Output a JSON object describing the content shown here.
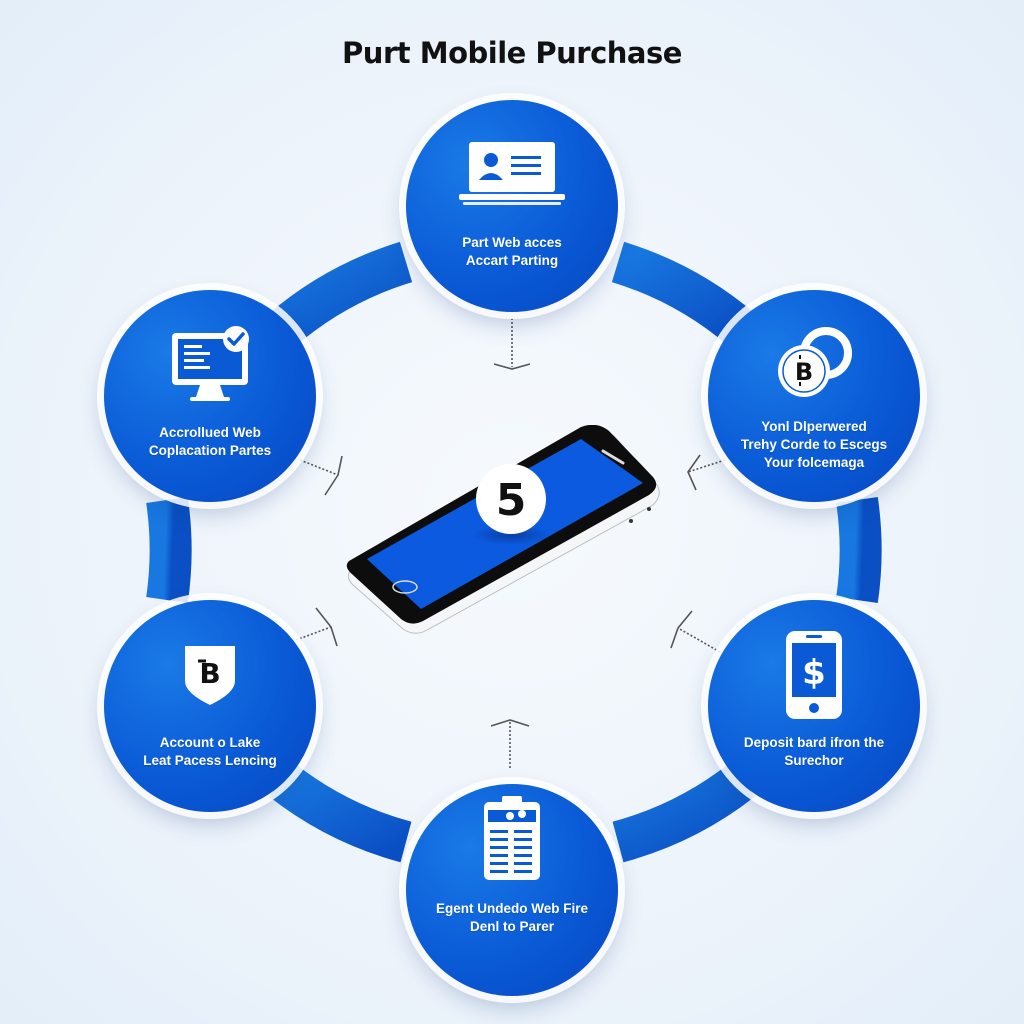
{
  "title": "Purt Mobile Purchase",
  "colors": {
    "node_blue": "#0a5ad6",
    "ring_blue": "#1466d8",
    "background": "#eef4fb",
    "title_text": "#111111",
    "arrow_gray": "#555555"
  },
  "center": {
    "device": "smartphone",
    "badge_label": "5",
    "screen_color": "#0b5ae0"
  },
  "nodes": [
    {
      "id": "top",
      "icon": "laptop-profile-icon",
      "lines": [
        "Part Web acces",
        "Accart Parting"
      ]
    },
    {
      "id": "upper-right",
      "icon": "bitcoin-coin-icon",
      "lines": [
        "Yonl Dlperwered",
        "Trehy Corde to Escegs",
        "Your folcemaga"
      ]
    },
    {
      "id": "lower-right",
      "icon": "phone-dollar-icon",
      "lines": [
        "Deposit bard ifron the",
        "Surechor"
      ]
    },
    {
      "id": "bottom",
      "icon": "clipboard-list-icon",
      "lines": [
        "Egent Undedo Web Fire",
        "Denl to Parer"
      ]
    },
    {
      "id": "lower-left",
      "icon": "shield-b-icon",
      "lines": [
        "Account o Lake",
        "Leat Pacess Lencing"
      ]
    },
    {
      "id": "upper-left",
      "icon": "monitor-check-icon",
      "lines": [
        "Accrollued Web",
        "Coplacation Partes"
      ]
    }
  ],
  "arrows": [
    {
      "from": "top",
      "direction": "down-to-center"
    },
    {
      "from": "upper-right",
      "direction": "toward-center"
    },
    {
      "from": "lower-right",
      "direction": "toward-center"
    },
    {
      "from": "bottom",
      "direction": "up-to-center"
    },
    {
      "from": "lower-left",
      "direction": "toward-center"
    },
    {
      "from": "upper-left",
      "direction": "toward-center"
    }
  ]
}
